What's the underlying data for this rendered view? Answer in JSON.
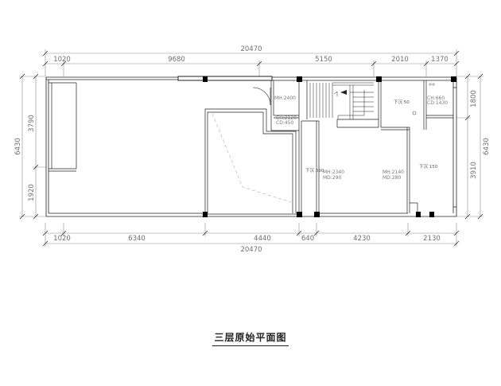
{
  "title": "三层原始平面图",
  "top_dims": {
    "total": "20470",
    "segments": [
      "1020",
      "9680",
      "5150",
      "2010",
      "1370"
    ]
  },
  "bottom_dims": {
    "total": "20470",
    "segments": [
      "1020",
      "6340",
      "4440",
      "640",
      "4230",
      "2130"
    ]
  },
  "left_dims": {
    "total": "6430",
    "segments": [
      "3790",
      "1920"
    ]
  },
  "right_dims": {
    "total": "6430",
    "segments": [
      "1800",
      "3910"
    ]
  },
  "notes": {
    "mh2400": "MH:2400",
    "ch2120": "CH:2120",
    "cd450": "CD:450",
    "mh2340": "MH:2340",
    "md290": "MD:290",
    "mh2140": "MH:2140",
    "md280": "MD:280",
    "ch660": "CH:660",
    "cd1430": "CD:1430"
  },
  "rooms": {
    "room_a": "下沉 390",
    "room_b": "下沉 150",
    "room_c": "下沉 50"
  },
  "colors": {
    "wall": "#222222",
    "dim_line": "#8a8a8a",
    "dim_text": "#6f6f6f",
    "column": "#000000"
  }
}
